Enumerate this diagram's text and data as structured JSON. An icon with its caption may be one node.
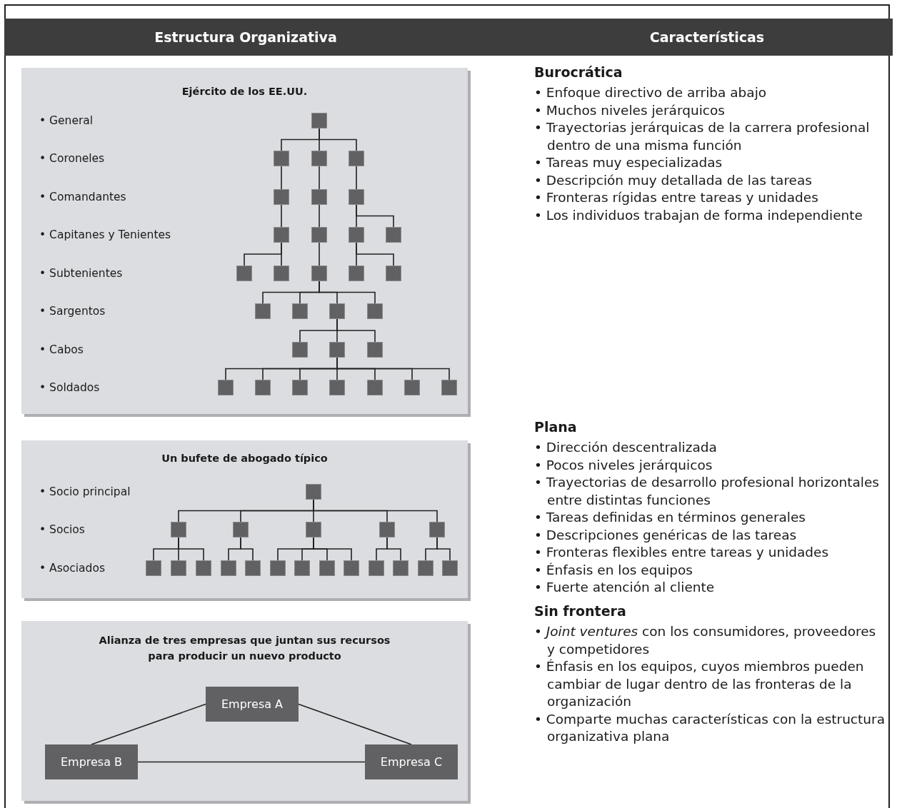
{
  "diagram": {
    "nodes": [
      {
        "text": [
          "Estructura Organizativa",
          "Características"
        ]
      },
      {
        "text": [
          "Ejército de los EE.UU."
        ]
      },
      {
        "text": [],
        "shape": "box",
        "in": 1
      },
      {
        "text": [],
        "shape": "box",
        "in": 1
      },
      {
        "text": [],
        "shape": "box",
        "in": 1
      },
      {
        "text": [],
        "shape": "box",
        "in": 1
      },
      {
        "text": [],
        "shape": "box",
        "in": 1
      },
      {
        "text": [],
        "shape": "box",
        "in": 1
      },
      {
        "text": [],
        "shape": "box",
        "in": 1
      },
      {
        "text": [],
        "shape": "box",
        "in": 1
      },
      {
        "text": [],
        "shape": "box",
        "in": 1
      },
      {
        "text": [],
        "shape": "box",
        "in": 1
      },
      {
        "text": [],
        "shape": "box",
        "in": 1
      },
      {
        "text": [],
        "shape": "box",
        "in": 1
      },
      {
        "text": [],
        "shape": "box",
        "in": 1
      },
      {
        "text": [],
        "shape": "box",
        "in": 1
      },
      {
        "text": [],
        "shape": "box",
        "in": 1
      },
      {
        "text": [],
        "shape": "box",
        "in": 1
      },
      {
        "text": [],
        "shape": "box",
        "in": 1
      },
      {
        "text": [],
        "shape": "box",
        "in": 1
      },
      {
        "text": [],
        "shape": "box",
        "in": 1
      },
      {
        "text": [],
        "shape": "box",
        "in": 1
      },
      {
        "text": [],
        "shape": "box",
        "in": 1
      },
      {
        "text": [],
        "shape": "box",
        "in": 1
      },
      {
        "text": [],
        "shape": "box",
        "in": 1
      },
      {
        "text": [],
        "shape": "box",
        "in": 1
      },
      {
        "text": [],
        "shape": "box",
        "in": 1
      },
      {
        "text": [],
        "shape": "box",
        "in": 1
      },
      {
        "text": [],
        "shape": "box",
        "in": 1
      },
      {
        "text": [],
        "shape": "box",
        "in": 1
      },
      {
        "text": [],
        "shape": "box",
        "in": 1
      },
      {
        "text": [],
        "shape": "box",
        "in": 1
      },
      {
        "text": [
          "Un bufete de abogado típico"
        ]
      },
      {
        "text": [],
        "shape": "box",
        "in": 32
      },
      {
        "text": [],
        "shape": "box",
        "in": 32
      },
      {
        "text": [],
        "shape": "box",
        "in": 32
      },
      {
        "text": [],
        "shape": "box",
        "in": 32
      },
      {
        "text": [],
        "shape": "box",
        "in": 32
      },
      {
        "text": [],
        "shape": "box",
        "in": 32
      },
      {
        "text": [],
        "shape": "box",
        "in": 32
      },
      {
        "text": [],
        "shape": "box",
        "in": 32
      },
      {
        "text": [],
        "shape": "box",
        "in": 32
      },
      {
        "text": [],
        "shape": "box",
        "in": 32
      },
      {
        "text": [],
        "shape": "box",
        "in": 32
      },
      {
        "text": [],
        "shape": "box",
        "in": 32
      },
      {
        "text": [],
        "shape": "box",
        "in": 32
      },
      {
        "text": [],
        "shape": "box",
        "in": 32
      },
      {
        "text": [],
        "shape": "box",
        "in": 32
      },
      {
        "text": [],
        "shape": "box",
        "in": 32
      },
      {
        "text": [],
        "shape": "box",
        "in": 32
      },
      {
        "text": [],
        "shape": "box",
        "in": 32
      },
      {
        "text": [],
        "shape": "box",
        "in": 32
      },
      {
        "text": [
          "Alianza de tres empresas que juntan sus recursos para producir un nuevo producto"
        ]
      },
      {
        "text": [
          "Empresa A"
        ],
        "in": 52
      },
      {
        "text": [
          "Empresa B"
        ],
        "in": 52
      },
      {
        "text": [
          "Empresa C"
        ],
        "in": 52
      }
    ],
    "edges": [
      {
        "from": 2,
        "to": 3,
        "arrow": "none"
      },
      {
        "from": 2,
        "to": 4,
        "arrow": "none"
      },
      {
        "from": 2,
        "to": 5,
        "arrow": "none"
      },
      {
        "from": 3,
        "to": 6,
        "arrow": "none"
      },
      {
        "from": 4,
        "to": 7,
        "arrow": "none"
      },
      {
        "from": 5,
        "to": 8,
        "arrow": "none"
      },
      {
        "from": 6,
        "to": 9,
        "arrow": "none"
      },
      {
        "from": 7,
        "to": 10,
        "arrow": "none"
      },
      {
        "from": 8,
        "to": 11,
        "arrow": "none"
      },
      {
        "from": 8,
        "to": 12,
        "arrow": "none"
      },
      {
        "from": 9,
        "to": 13,
        "arrow": "none"
      },
      {
        "from": 9,
        "to": 14,
        "arrow": "none"
      },
      {
        "from": 10,
        "to": 15,
        "arrow": "none"
      },
      {
        "from": 11,
        "to": 16,
        "arrow": "none"
      },
      {
        "from": 11,
        "to": 17,
        "arrow": "none"
      },
      {
        "from": 15,
        "to": 18,
        "arrow": "none"
      },
      {
        "from": 15,
        "to": 19,
        "arrow": "none"
      },
      {
        "from": 15,
        "to": 20,
        "arrow": "none"
      },
      {
        "from": 15,
        "to": 21,
        "arrow": "none"
      },
      {
        "from": 20,
        "to": 22,
        "arrow": "none"
      },
      {
        "from": 20,
        "to": 23,
        "arrow": "none"
      },
      {
        "from": 20,
        "to": 24,
        "arrow": "none"
      },
      {
        "from": 23,
        "to": 25,
        "arrow": "none"
      },
      {
        "from": 23,
        "to": 26,
        "arrow": "none"
      },
      {
        "from": 23,
        "to": 27,
        "arrow": "none"
      },
      {
        "from": 23,
        "to": 28,
        "arrow": "none"
      },
      {
        "from": 23,
        "to": 29,
        "arrow": "none"
      },
      {
        "from": 23,
        "to": 30,
        "arrow": "none"
      },
      {
        "from": 23,
        "to": 31,
        "arrow": "none"
      },
      {
        "from": 33,
        "to": 34,
        "arrow": "none"
      },
      {
        "from": 33,
        "to": 35,
        "arrow": "none"
      },
      {
        "from": 33,
        "to": 36,
        "arrow": "none"
      },
      {
        "from": 33,
        "to": 37,
        "arrow": "none"
      },
      {
        "from": 33,
        "to": 38,
        "arrow": "none"
      },
      {
        "from": 34,
        "to": 39,
        "arrow": "none"
      },
      {
        "from": 34,
        "to": 40,
        "arrow": "none"
      },
      {
        "from": 34,
        "to": 41,
        "arrow": "none"
      },
      {
        "from": 35,
        "to": 42,
        "arrow": "none"
      },
      {
        "from": 35,
        "to": 43,
        "arrow": "none"
      },
      {
        "from": 36,
        "to": 44,
        "arrow": "none"
      },
      {
        "from": 36,
        "to": 45,
        "arrow": "none"
      },
      {
        "from": 36,
        "to": 46,
        "arrow": "none"
      },
      {
        "from": 36,
        "to": 47,
        "arrow": "none"
      },
      {
        "from": 37,
        "to": 48,
        "arrow": "none"
      },
      {
        "from": 37,
        "to": 49,
        "arrow": "none"
      },
      {
        "from": 38,
        "to": 50,
        "arrow": "none"
      },
      {
        "from": 38,
        "to": 51,
        "arrow": "none"
      },
      {
        "from": 53,
        "to": 54,
        "arrow": "none"
      },
      {
        "from": 53,
        "to": 55,
        "arrow": "none"
      },
      {
        "from": 54,
        "to": 55,
        "arrow": "none"
      }
    ],
    "labels": [
      "• General",
      "• Coroneles",
      "• Comandantes",
      "• Capitanes y Tenientes",
      "• Subtenientes",
      "• Sargentos",
      "• Cabos",
      "• Soldados",
      "• Socio principal",
      "• Socios",
      "• Asociados",
      "Burocrática",
      "• Enfoque directivo de arriba abajo",
      "• Muchos niveles jerárquicos",
      "• Trayectorias jerárquicas de la carrera profesional dentro de una misma función",
      "• Tareas muy especializadas",
      "• Descripción muy detallada de las tareas",
      "• Fronteras rígidas entre tareas y unidades",
      "• Los individuos trabajan de forma independiente",
      "Plana",
      "• Dirección descentralizada",
      "• Pocos niveles jerárquicos",
      "• Trayectorias de desarrollo profesional horizontales entre distintas funciones",
      "• Tareas definidas en términos generales",
      "• Descripciones genéricas de las tareas",
      "• Fronteras flexibles entre tareas y unidades",
      "• Énfasis en los equipos",
      "• Fuerte atención al cliente",
      "Sin frontera",
      "• *Joint ventures* con los consumidores, proveedores y competidores",
      "• Énfasis en los equipos, cuyos miembros pueden cambiar de lugar dentro de las fronteras de la organización",
      "• Comparte muchas características con la estructura organizativa plana"
    ]
  }
}
